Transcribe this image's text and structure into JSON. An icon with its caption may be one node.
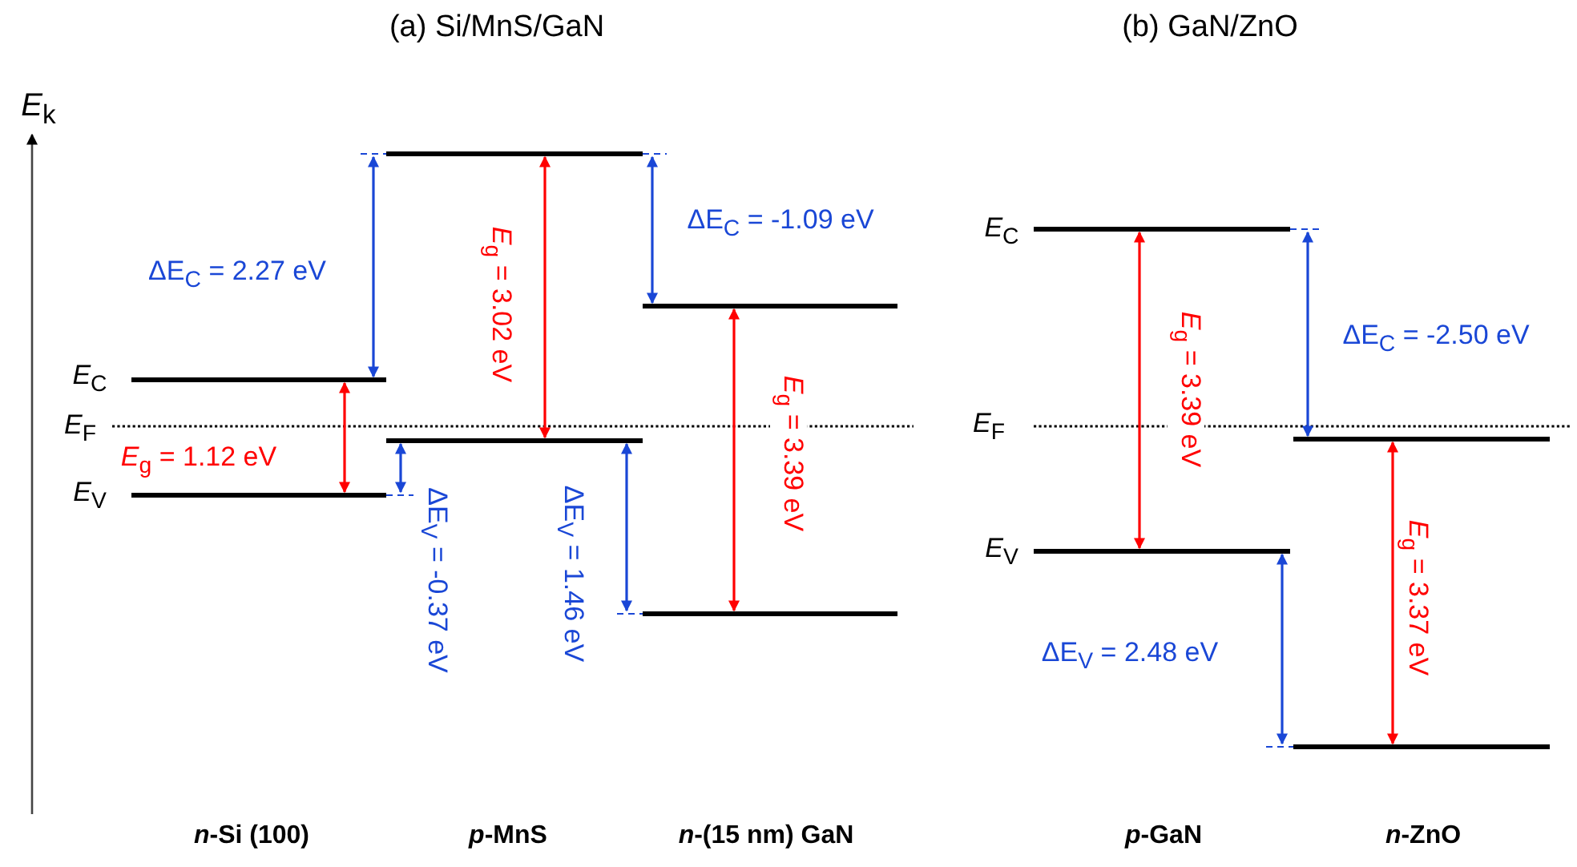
{
  "diagram": {
    "labels": [
      "(a) Si/MnS/GaN",
      "(b) GaN/ZnO",
      "*E*$_{k}$",
      "ΔE$_{C}$ = 2.27 eV",
      "*E*$_{g}$ = 3.02 eV",
      "ΔE$_{C}$ = -1.09 eV",
      "*E*$_{g}$ = 3.39 eV",
      "*E*$_{C}$",
      "*E*$_{F}$",
      "*E*$_{g}$ = 1.12 eV",
      "*E*$_{V}$",
      "ΔE$_{V}$ = -0.37 eV",
      "ΔE$_{V}$ = 1.46 eV",
      "*E*$_{C}$",
      "*E*$_{g}$ = 3.39 eV",
      "ΔE$_{C}$ = -2.50 eV",
      "*E*$_{F}$",
      "*E*$_{V}$",
      "*E*$_{g}$ = 3.37 eV",
      "ΔE$_{V}$ = 2.48 eV",
      "*n*-Si (100)",
      "*p*-MnS",
      "*n*-(15 nm) GaN",
      "*p*-GaN",
      "*n*-ZnO"
    ]
  }
}
